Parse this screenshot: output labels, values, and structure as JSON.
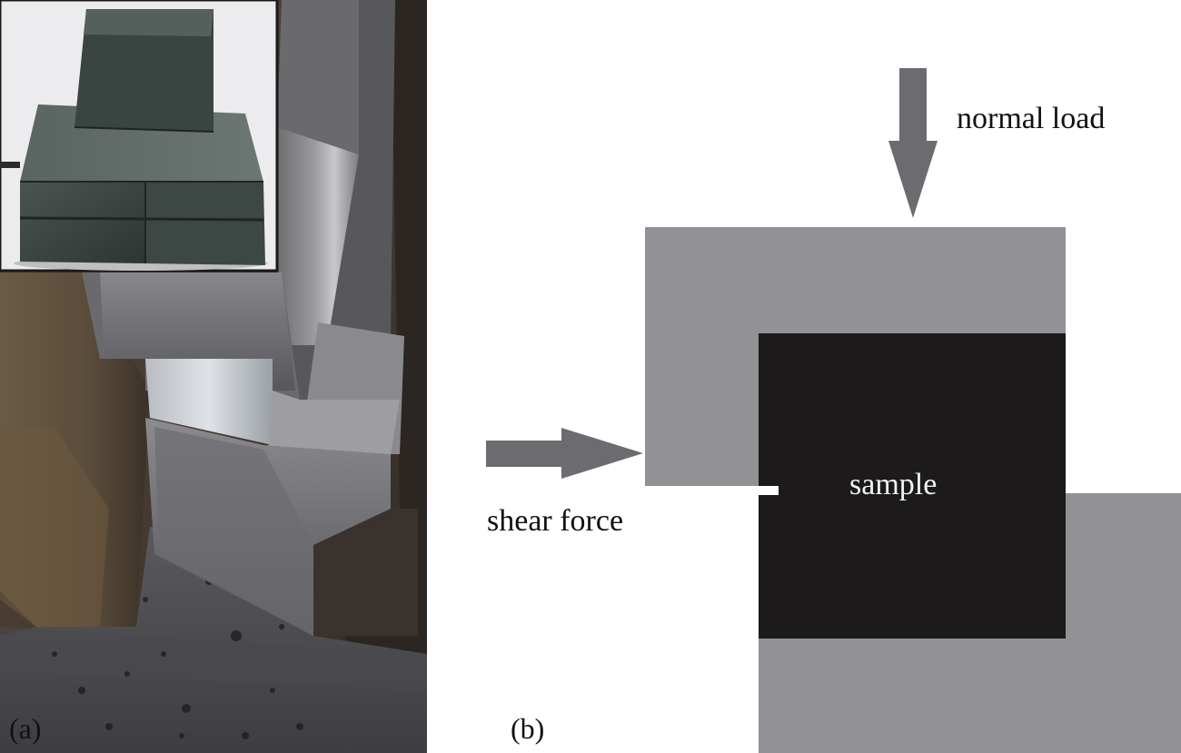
{
  "panel_a": {
    "label": "(a)",
    "photo": "shear box apparatus with stacked sample blocks (photograph)",
    "inset": "specimen blocks photograph"
  },
  "panel_b": {
    "label": "(b)",
    "normal_load": "normal load",
    "shear_force": "shear force",
    "sample": "sample"
  },
  "colors": {
    "shear_box": "#929296",
    "sample": "#1c1a1b",
    "arrow": "#6c6c70",
    "text": "#111111"
  }
}
